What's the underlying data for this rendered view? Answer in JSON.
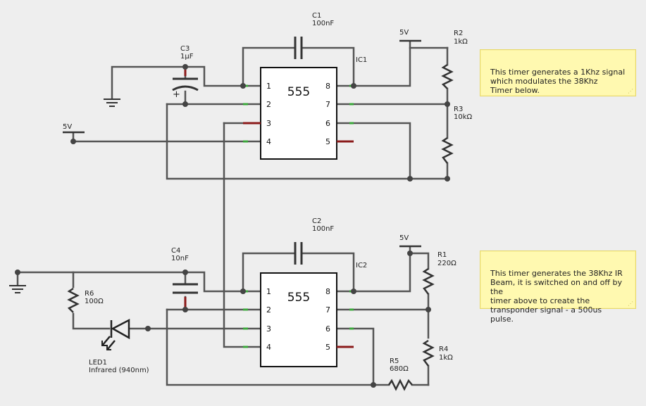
{
  "ic1": {
    "ref": "IC1",
    "chip": "555",
    "pins": [
      "1",
      "2",
      "3",
      "4",
      "5",
      "6",
      "7",
      "8"
    ]
  },
  "ic2": {
    "ref": "IC2",
    "chip": "555",
    "pins": [
      "1",
      "2",
      "3",
      "4",
      "5",
      "6",
      "7",
      "8"
    ]
  },
  "c1": {
    "ref": "C1",
    "value": "100nF"
  },
  "c2": {
    "ref": "C2",
    "value": "100nF"
  },
  "c3": {
    "ref": "C3",
    "value": "1µF",
    "polarity": "+"
  },
  "c4": {
    "ref": "C4",
    "value": "10nF"
  },
  "r1": {
    "ref": "R1",
    "value": "220Ω"
  },
  "r2": {
    "ref": "R2",
    "value": "1kΩ"
  },
  "r3": {
    "ref": "R3",
    "value": "10kΩ"
  },
  "r4": {
    "ref": "R4",
    "value": "1kΩ"
  },
  "r5": {
    "ref": "R5",
    "value": "680Ω"
  },
  "r6": {
    "ref": "R6",
    "value": "100Ω"
  },
  "led1": {
    "ref": "LED1",
    "value": "Infrared (940nm)"
  },
  "supply": {
    "label": "5V"
  },
  "notes": {
    "top": "This timer generates a 1Khz signal\nwhich modulates the 38Khz\nTimer below.",
    "bottom": "This timer generates the 38Khz IR\nBeam, it is switched on and off by the\ntimer above to create the\ntransponder signal - a 500us pulse."
  },
  "colors": {
    "wire": "#555555",
    "pin_end": "#3aa63a",
    "unused_pin": "#8b1a1a",
    "note_bg": "#fff9b0",
    "note_border": "#e7d86a"
  }
}
